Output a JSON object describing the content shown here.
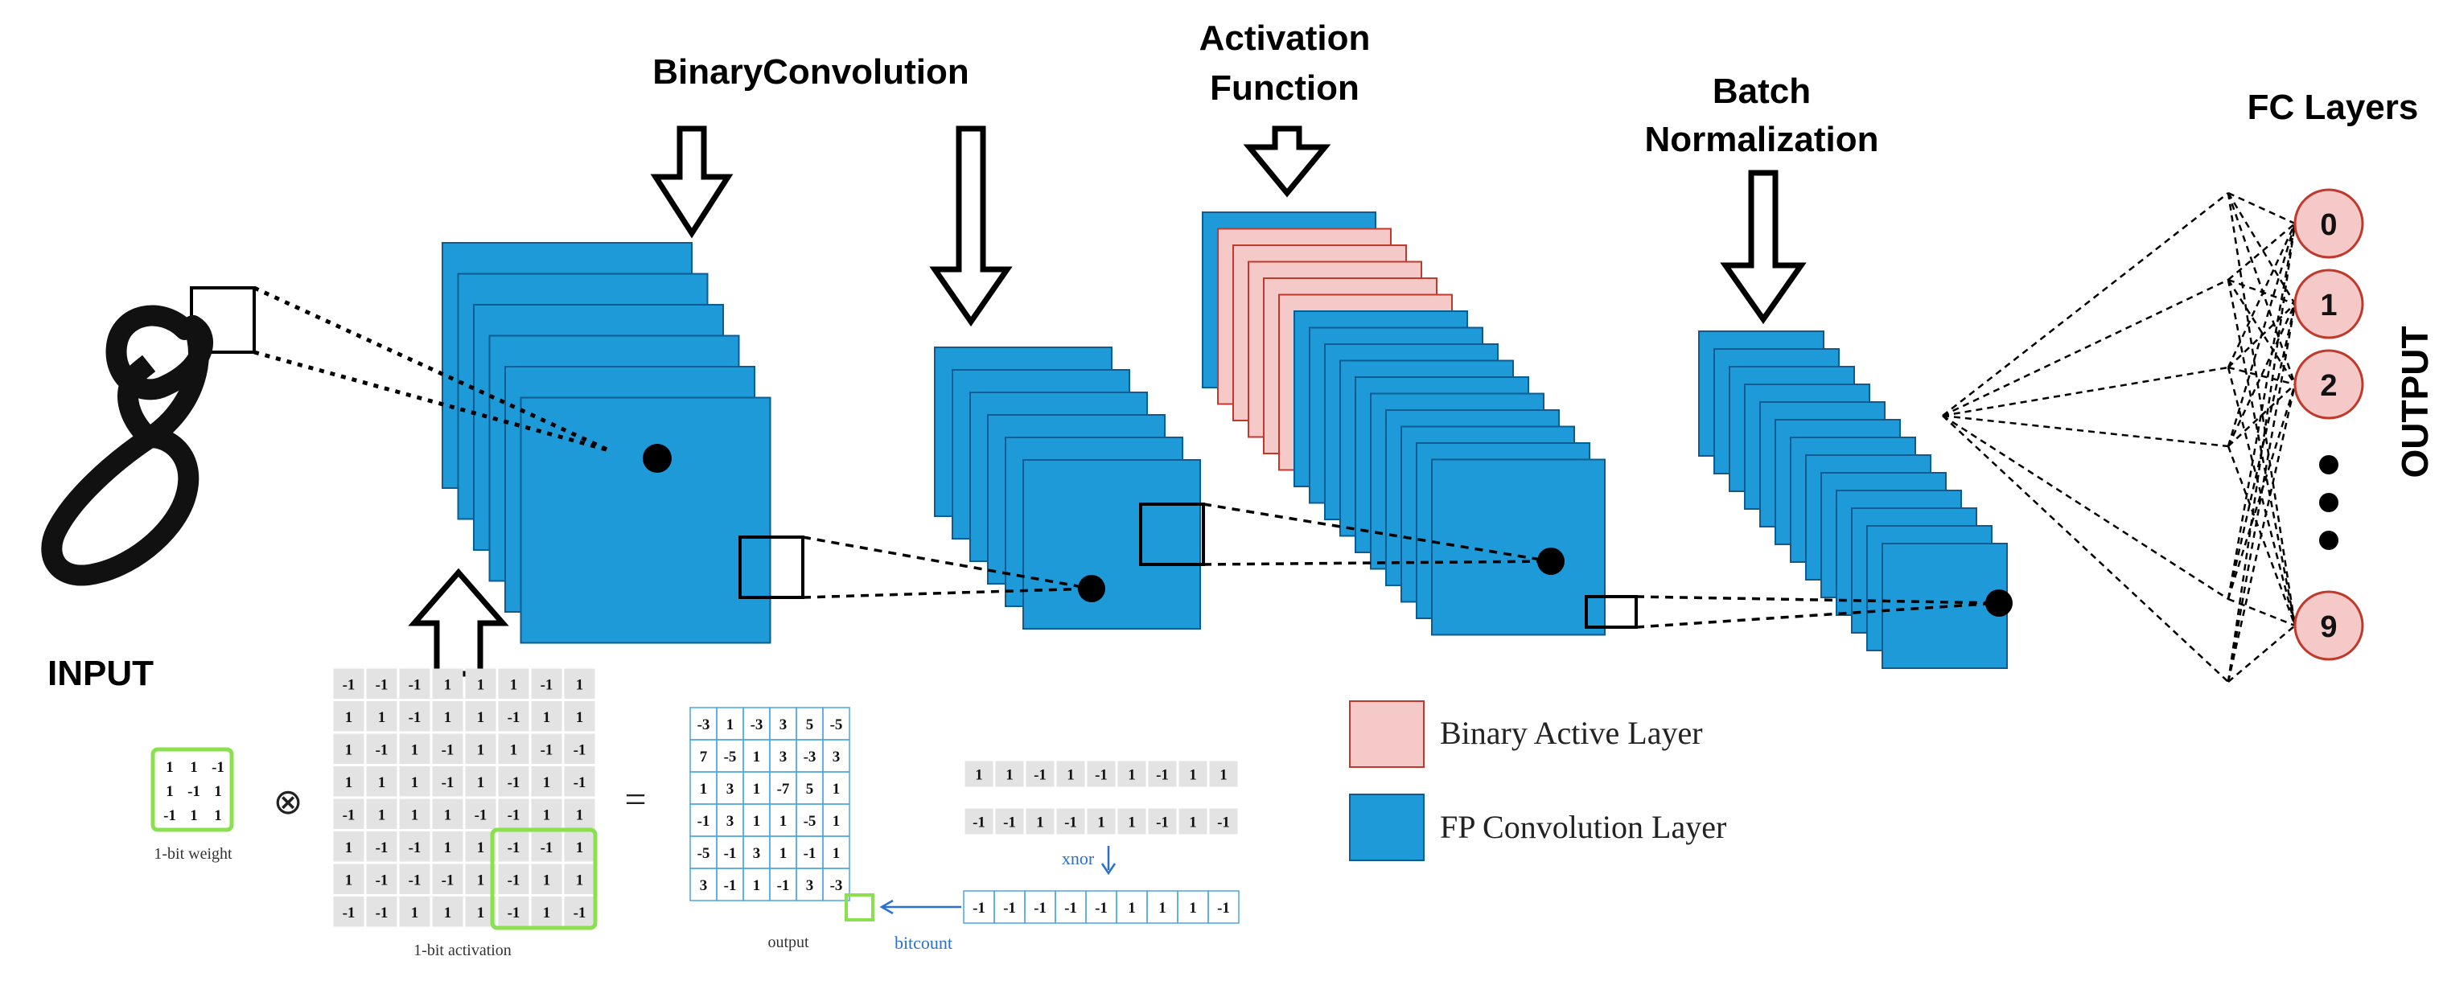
{
  "labels": {
    "binary_convolution": "BinaryConvolution",
    "activation_line1": "Activation",
    "activation_line2": "Function",
    "batch_line1": "Batch",
    "batch_line2": "Normalization",
    "fc_layers": "FC Layers",
    "output": "OUTPUT",
    "input": "INPUT",
    "weight_caption": "1-bit weight",
    "activation_caption": "1-bit activation",
    "output_caption": "output",
    "xnor": "xnor",
    "bitcount": "bitcount",
    "otimes": "⊗",
    "equals": "="
  },
  "legend": [
    {
      "label": "Binary Active Layer",
      "color": "#f6c9c9",
      "stroke": "#c0392b"
    },
    {
      "label": "FP Convolution Layer",
      "color": "#1f9ad9",
      "stroke": "#0b5c91"
    }
  ],
  "output_nodes": [
    "0",
    "1",
    "2",
    "9"
  ],
  "weight_matrix": [
    [
      "1",
      "1",
      "-1"
    ],
    [
      "1",
      "-1",
      "1"
    ],
    [
      "-1",
      "1",
      "1"
    ]
  ],
  "activation_matrix": [
    [
      "-1",
      "-1",
      "-1",
      "1",
      "1",
      "1",
      "-1",
      "1"
    ],
    [
      "1",
      "1",
      "-1",
      "1",
      "1",
      "-1",
      "1",
      "1"
    ],
    [
      "1",
      "-1",
      "1",
      "-1",
      "1",
      "1",
      "-1",
      "-1"
    ],
    [
      "1",
      "1",
      "1",
      "-1",
      "1",
      "-1",
      "1",
      "-1"
    ],
    [
      "-1",
      "1",
      "1",
      "1",
      "-1",
      "-1",
      "1",
      "1"
    ],
    [
      "1",
      "-1",
      "-1",
      "1",
      "1",
      "-1",
      "-1",
      "1"
    ],
    [
      "1",
      "-1",
      "-1",
      "-1",
      "1",
      "-1",
      "1",
      "1"
    ],
    [
      "-1",
      "-1",
      "1",
      "1",
      "1",
      "-1",
      "1",
      "-1"
    ]
  ],
  "output_matrix": [
    [
      "-3",
      "1",
      "-3",
      "3",
      "5",
      "-5"
    ],
    [
      "7",
      "-5",
      "1",
      "3",
      "-3",
      "3"
    ],
    [
      "1",
      "3",
      "1",
      "-7",
      "5",
      "1"
    ],
    [
      "-1",
      "3",
      "1",
      "1",
      "-5",
      "1"
    ],
    [
      "-5",
      "-1",
      "3",
      "1",
      "-1",
      "1"
    ],
    [
      "3",
      "-1",
      "1",
      "-1",
      "3",
      "-3"
    ]
  ],
  "row_top": [
    "1",
    "1",
    "-1",
    "1",
    "-1",
    "1",
    "-1",
    "1",
    "1"
  ],
  "row_mid": [
    "-1",
    "-1",
    "1",
    "-1",
    "1",
    "1",
    "-1",
    "1",
    "-1"
  ],
  "row_bottom": [
    "-1",
    "-1",
    "-1",
    "-1",
    "-1",
    "1",
    "1",
    "1",
    "-1"
  ],
  "colors": {
    "fp_fill": "#1f9ad9",
    "fp_stroke": "#0b5c91",
    "binary_fill": "#f6c9c9",
    "binary_stroke": "#c0392b",
    "node_fill": "#f6c9c9",
    "node_stroke": "#c0392b",
    "highlight": "#8be04e",
    "grid_blue": "#4aa6e8",
    "arrow_blue": "#2a6fd6",
    "cell_gray": "#e3e3e3"
  }
}
